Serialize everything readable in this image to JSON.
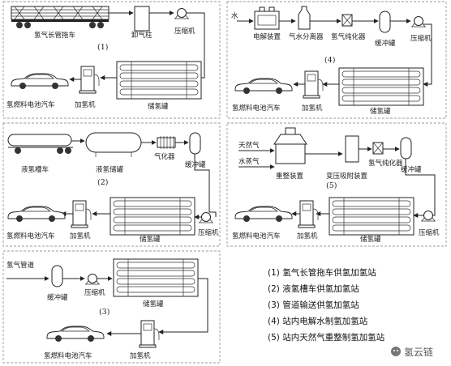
{
  "panel1": {
    "number": "(1)",
    "trailer": "氢气长管拖车",
    "dispenser_post": "卸气柱",
    "compressor": "压缩机",
    "car": "氢燃料电池汽车",
    "hydrogen_dispenser": "加氢机",
    "storage": "储氢罐"
  },
  "panel2": {
    "number": "(2)",
    "tanker": "液氢槽车",
    "liquid_tank": "液氢储罐",
    "vaporizer": "气化器",
    "buffer": "缓冲罐",
    "car": "氢燃料电池汽车",
    "hydrogen_dispenser": "加氢机",
    "storage": "储氢罐",
    "compressor": "压缩机"
  },
  "panel3": {
    "number": "(3)",
    "pipeline": "氢气管道",
    "buffer": "缓冲罐",
    "compressor": "压缩机",
    "storage": "储氢罐",
    "car": "氢燃料电池汽车",
    "hydrogen_dispenser": "加氢机"
  },
  "panel4": {
    "number": "(4)",
    "water": "水",
    "electrolyzer": "电解装置",
    "separator": "气水分离器",
    "purifier": "氢气纯化器",
    "buffer": "缓冲罐",
    "compressor": "压缩机",
    "car": "氢燃料电池汽车",
    "hydrogen_dispenser": "加氢机",
    "storage": "储氢罐"
  },
  "panel5": {
    "number": "(5)",
    "natural_gas": "天然气",
    "steam": "水蒸气",
    "reformer": "重整装置",
    "psa": "变压吸附装置",
    "purifier": "氢气纯化器",
    "buffer": "缓冲罐",
    "car": "氢燃料电池汽车",
    "hydrogen_dispenser": "加氢机",
    "storage": "储氢罐",
    "compressor": "压缩机"
  },
  "legend": [
    "(1) 氢气长管拖车供氢加氢站",
    "(2) 液氢槽车供氢加氢站",
    "(3) 管道输送供氢加氢站",
    "(4) 站内电解水制氢加氢站",
    "(5) 站内天然气重整制氢加氢站"
  ],
  "watermark": "氢云链"
}
